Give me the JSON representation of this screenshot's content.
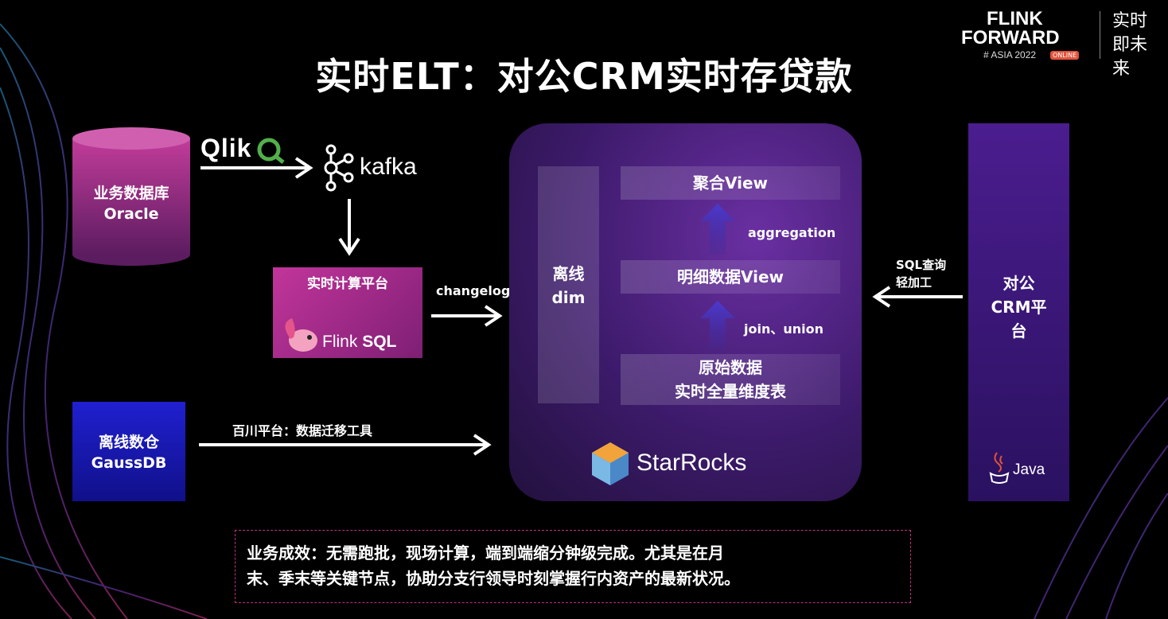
{
  "title": "实时ELT：对公CRM实时存贷款",
  "brand": {
    "line1": "FLINK",
    "line2": "FORWARD",
    "event": "# ASIA 2022",
    "badge": "ONLINE",
    "slogan": "实时即未来"
  },
  "sources": {
    "oracle": {
      "line1": "业务数据库",
      "line2": "Oracle"
    },
    "qlik": "Qlik",
    "kafka": "kafka",
    "flink_platform": "实时计算平台",
    "flink_logo_1": "Flink",
    "flink_logo_2": "SQL",
    "changelog": "changelog",
    "gauss": {
      "line1": "离线数仓",
      "line2": "GaussDB"
    },
    "baichuan": "百川平台：数据迁移工具"
  },
  "starrocks": {
    "dim": {
      "line1": "离线",
      "line2": "dim"
    },
    "layer_agg": "聚合View",
    "aggregation": "aggregation",
    "layer_detail": "明细数据View",
    "join_union": "join、union",
    "layer_raw": {
      "line1": "原始数据",
      "line2": "实时全量维度表"
    },
    "logo": "StarRocks"
  },
  "crm": {
    "query_line1": "SQL查询",
    "query_line2": "轻加工",
    "line1": "对公",
    "line2": "CRM平",
    "line3": "台",
    "java": "Java"
  },
  "note": {
    "line1": "业务成效：无需跑批，现场计算，端到端缩分钟级完成。尤其是在月",
    "line2": "末、季末等关键节点，协助分支行领导时刻掌握行内资产的最新状况。"
  },
  "colors": {
    "background": "#000000",
    "magenta": "#c2359b",
    "starrocks_panel": "#4a2284",
    "gauss_blue": "#1c1cc0",
    "note_border": "#c0307c"
  }
}
